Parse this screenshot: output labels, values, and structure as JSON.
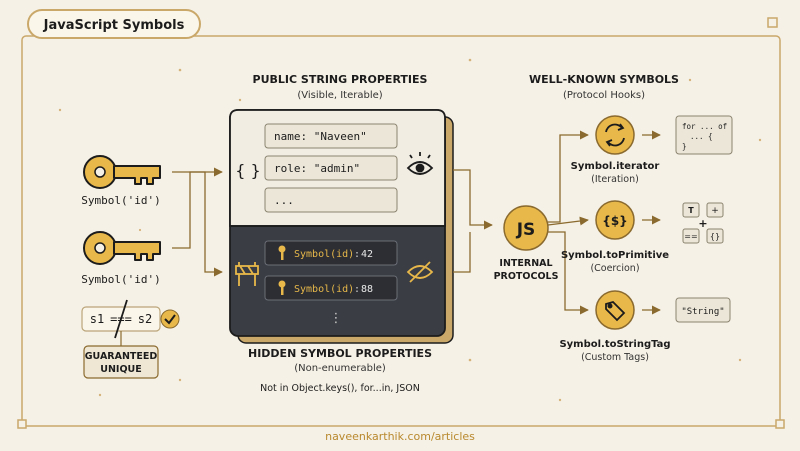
{
  "title": "JavaScript Symbols",
  "keys": [
    {
      "label": "Symbol('id')"
    },
    {
      "label": "Symbol('id')"
    }
  ],
  "compare": {
    "left": "s1",
    "op": "===",
    "right": "s2",
    "badge_line1": "GUARANTEED",
    "badge_line2": "UNIQUE"
  },
  "public_section": {
    "heading": "PUBLIC STRING PROPERTIES",
    "sub": "(Visible, Iterable)",
    "braces": "{ }",
    "fields": [
      "name: \"Naveen\"",
      "role: \"admin\"",
      "..."
    ]
  },
  "hidden_section": {
    "heading": "HIDDEN SYMBOL PROPERTIES",
    "sub": "(Non-enumerable)",
    "note": "Not in Object.keys(), for...in, JSON",
    "fields": [
      {
        "key": "Symbol(id)",
        "sep": ":",
        "value": "42"
      },
      {
        "key": "Symbol(id)",
        "sep": ":",
        "value": "88"
      }
    ],
    "more": "⋮"
  },
  "hub": {
    "logo": "JS",
    "line1": "INTERNAL",
    "line2": "PROTOCOLS"
  },
  "wellknown": {
    "heading": "WELL-KNOWN SYMBOLS",
    "sub": "(Protocol Hooks)",
    "items": [
      {
        "name": "Symbol.iterator",
        "desc": "(Iteration)",
        "icon_glyph": "",
        "code1": "for ... of",
        "code2": "... {",
        "code3": "}"
      },
      {
        "name": "Symbol.toPrimitive",
        "desc": "(Coercion)",
        "icon_glyph": "{$}",
        "t": "T",
        "plus": "+",
        "eq": "==",
        "braces": "{}"
      },
      {
        "name": "Symbol.toStringTag",
        "desc": "(Custom Tags)",
        "icon_glyph": "",
        "tag": "\"String\""
      }
    ]
  },
  "footer": "naveenkarthik.com/articles",
  "colors": {
    "bg": "#f6f1e6",
    "gold": "#e8b84a",
    "brown": "#8a6a2e",
    "dark": "#3a3d44",
    "ink": "#1c1c1c"
  }
}
